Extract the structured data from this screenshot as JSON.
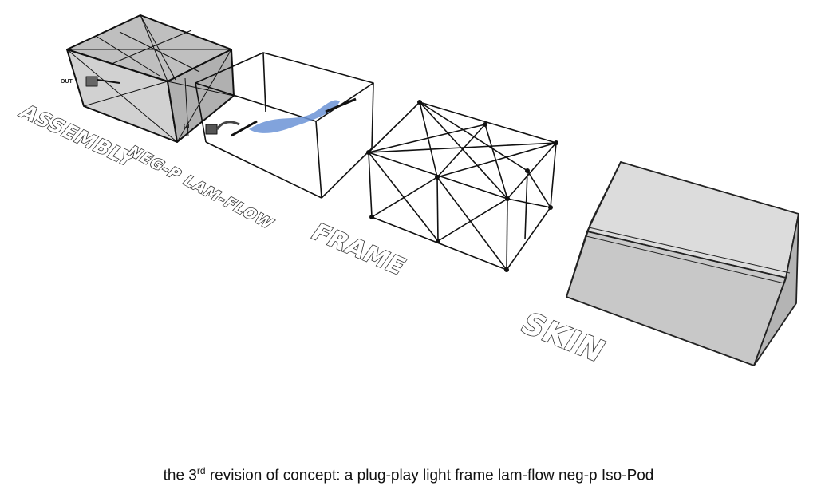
{
  "labels": {
    "assembly": "ASSEMBLY",
    "neg_p": "NEG-P LAM-FLOW",
    "frame": "FRAME",
    "skin": "SKIN",
    "out": "OUT",
    "in": "OI"
  },
  "caption": {
    "prefix": "the 3",
    "sup": "rd",
    "suffix": " revision of concept: a plug-play light frame lam-flow neg-p Iso-Pod"
  },
  "colors": {
    "stroke": "#111111",
    "airflow": "#6b93d6",
    "skin_fill": "#cfcfcf",
    "assembly_fill": "#bdbdbd"
  }
}
